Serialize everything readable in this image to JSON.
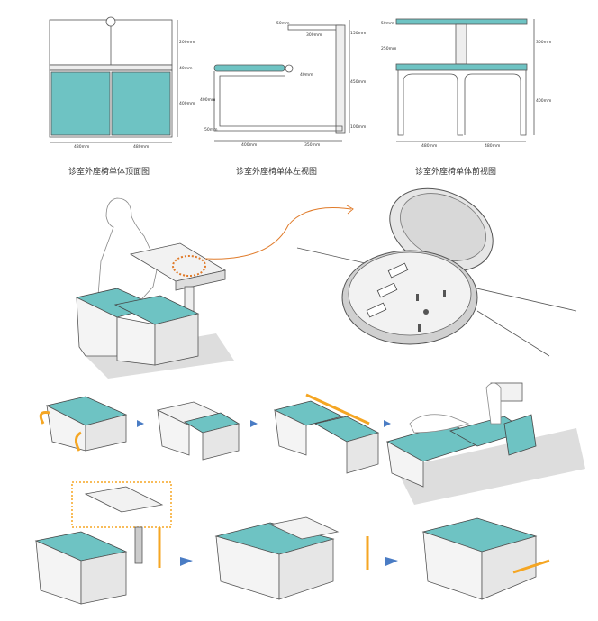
{
  "captions": {
    "top_view": "诊室外座椅单体顶面图",
    "left_view": "诊室外座椅单体左视图",
    "front_view": "诊室外座椅单体前视图"
  },
  "dims": {
    "top": {
      "h1": "200mm",
      "h2": "40mm",
      "h3": "400mm",
      "w1": "480mm",
      "w2": "480mm"
    },
    "left": {
      "a": "50mm",
      "b": "300mm",
      "c": "150mm",
      "d": "40mm",
      "e": "400mm",
      "f": "450mm",
      "g": "50mm",
      "h": "100mm",
      "w1": "400mm",
      "w2": "350mm"
    },
    "front": {
      "a": "50mm",
      "b": "250mm",
      "c": "300mm",
      "d": "400mm",
      "w1": "480mm",
      "w2": "480mm"
    }
  },
  "colors": {
    "teal": "#6ec3c3",
    "teal_dark": "#4fa8a8",
    "orange": "#f5a623",
    "orange_line": "#e07b2a",
    "arrow_blue": "#4a7cc4",
    "outline": "#555555"
  }
}
